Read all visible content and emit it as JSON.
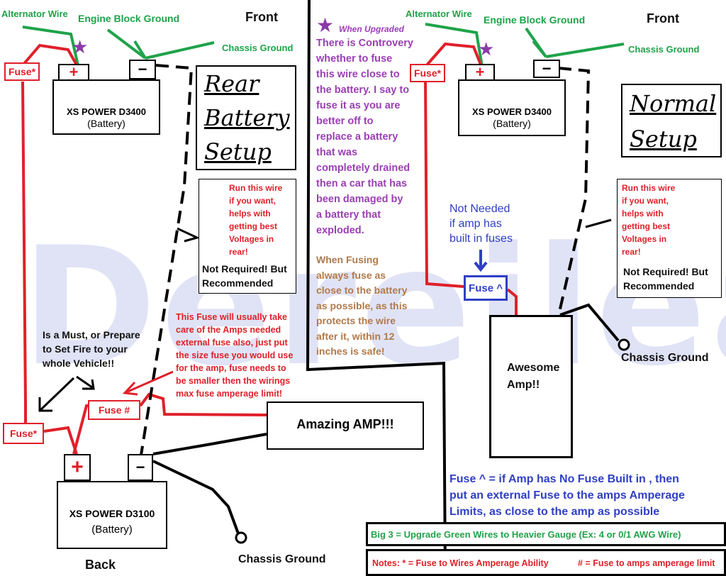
{
  "watermark": "Dereileak",
  "left": {
    "alternator_wire": "Alternator Wire",
    "engine_block_ground": "Engine Block Ground",
    "front": "Front",
    "chassis_ground_top": "Chassis Ground",
    "fuse_star_top": "Fuse*",
    "battery_top_name": "XS POWER D3400",
    "battery_top_sub": "(Battery)",
    "setup_line1": "Rear",
    "setup_line2": "Battery",
    "setup_line3": "Setup",
    "run_wire_note": "Run this wire\nif you want,\nhelps with\ngetting best\nVoltages in\nrear!",
    "not_required": "Not Required! But\nRecommended",
    "must_note": "Is a Must, or Prepare\nto Set Fire to your\nwhole Vehicle!!",
    "fuse_amp_note": "This Fuse will usually take\ncare of the Amps needed\nexternal fuse also, just put\nthe size fuse you would use\nfor the amp, fuse needs to\nbe smaller then the wirings\nmax fuse amperage limit!",
    "fuse_hash": "Fuse #",
    "fuse_star_bottom": "Fuse*",
    "amp_label": "Amazing AMP!!!",
    "battery_bottom_name": "XS POWER D3100",
    "battery_bottom_sub": "(Battery)",
    "back": "Back",
    "chassis_ground_bottom": "Chassis Ground"
  },
  "middle": {
    "when_upgraded": "When Upgraded",
    "controversy_note": "There is Controvery\nwhether to fuse\nthis wire close to\nthe battery. I say to\nfuse it as you are\nbetter off to\nreplace a battery\nthat was\ncompletely drained\nthen a car that has\nbeen damaged by\na battery that\nexploded.",
    "fusing_note": "When Fusing\nalways fuse as\nclose to the battery\nas possible, as this\nprotects the wire\nafter it, within 12\ninches is safe!"
  },
  "right": {
    "alternator_wire": "Alternator Wire",
    "engine_block_ground": "Engine Block Ground",
    "front": "Front",
    "chassis_ground_top": "Chassis Ground",
    "fuse_star_top": "Fuse*",
    "battery_name": "XS POWER D3400",
    "battery_sub": "(Battery)",
    "setup_line1": "Normal",
    "setup_line2": "Setup",
    "not_needed_note": "Not Needed\nif amp has\nbuilt in fuses",
    "fuse_caret": "Fuse ^",
    "run_wire_note": "Run this wire\nif you want,\nhelps with\ngetting best\nVoltages in\nrear!",
    "not_required": "Not Required! But\nRecommended",
    "amp_label": "Awesome\nAmp!!",
    "chassis_ground_amp": "Chassis Ground",
    "fuse_caret_note": "Fuse ^ = if Amp has No Fuse Built in , then\nput an external Fuse to the amps Amperage\nLimits, as close to the amp as possible"
  },
  "footer": {
    "big3": "Big 3 = Upgrade Green Wires to Heavier Gauge (Ex: 4 or 0/1 AWG Wire)",
    "notes_star": "Notes: * = Fuse to Wires Amperage Ability",
    "notes_hash": "# = Fuse to amps amperage limit"
  },
  "terminals": {
    "positive": "+",
    "negative": "−"
  },
  "colors": {
    "red_wire": "#e0202a",
    "green_wire": "#1fa34a",
    "purple_text": "#9b3fb5",
    "brown_text": "#b07a4a",
    "blue_text": "#2f3fc4",
    "watermark": "#c8cdf0"
  },
  "icons": {
    "star": "purple-star-icon",
    "arrow": "arrow-icon"
  }
}
